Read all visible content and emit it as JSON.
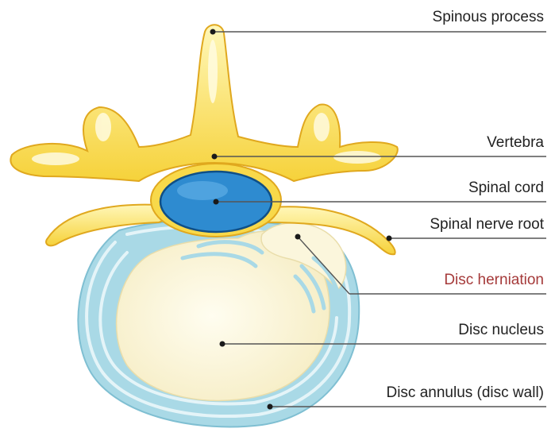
{
  "labels": {
    "spinous_process": "Spinous process",
    "vertebra": "Vertebra",
    "spinal_cord": "Spinal cord",
    "spinal_nerve_root": "Spinal nerve root",
    "disc_herniation": "Disc herniation",
    "disc_nucleus": "Disc nucleus",
    "disc_annulus": "Disc annulus (disc wall)"
  },
  "colors": {
    "bone": "#F8D94A",
    "bone_light": "#FFF4A8",
    "bone_outline": "#E0A81E",
    "cord": "#2E8BD0",
    "cord_outline": "#0F4F86",
    "annulus": "#A9D9E6",
    "annulus_stripe": "#E4F4F8",
    "nucleus": "#FBF6DC",
    "leader": "#555555",
    "herniation_text": "#A53A3A",
    "text": "#222222"
  }
}
